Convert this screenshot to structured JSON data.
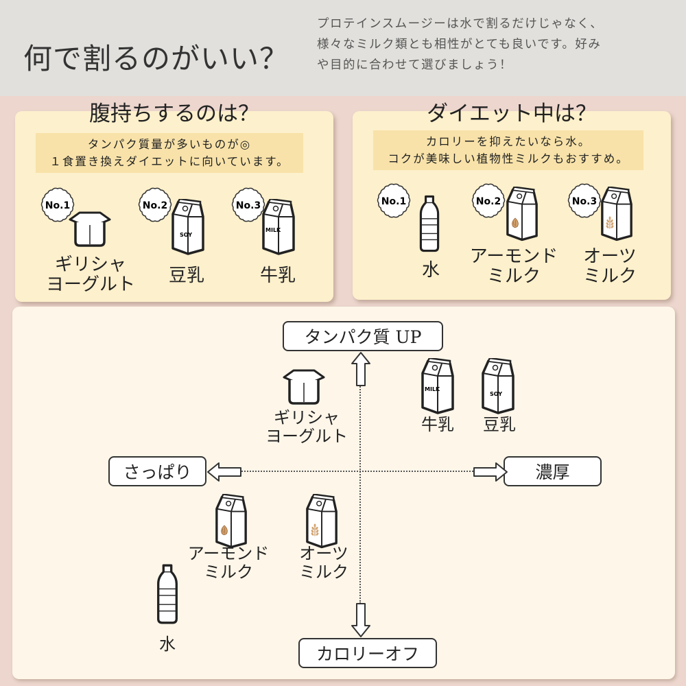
{
  "header": {
    "title": "何で割るのがいい？",
    "intro_lines": [
      "プロテインスムージーは水で割るだけじゃなく、",
      "様々なミルク類とも相性がとても良いです。好み",
      "や目的に合わせて選びましょう！"
    ]
  },
  "satiety": {
    "title": "腹持ちするのは？",
    "band_lines": [
      "タンパク質量が多いものが◎",
      "１食置き換えダイエットに向いています。"
    ],
    "items": [
      {
        "rank": "No.1",
        "label_lines": [
          "ギリシャ",
          "ヨーグルト"
        ],
        "icon": "yogurt-icon"
      },
      {
        "rank": "No.2",
        "label_lines": [
          "豆乳"
        ],
        "icon": "soy-milk-carton-icon",
        "carton_text": "SOY"
      },
      {
        "rank": "No.3",
        "label_lines": [
          "牛乳"
        ],
        "icon": "milk-carton-icon",
        "carton_text": "MILK"
      }
    ]
  },
  "diet": {
    "title": "ダイエット中は？",
    "band_lines": [
      "カロリーを抑えたいなら水。",
      "コクが美味しい植物性ミルクもおすすめ。"
    ],
    "items": [
      {
        "rank": "No.1",
        "label_lines": [
          "水"
        ],
        "icon": "water-bottle-icon"
      },
      {
        "rank": "No.2",
        "label_lines": [
          "アーモンド",
          "ミルク"
        ],
        "icon": "almond-milk-carton-icon"
      },
      {
        "rank": "No.3",
        "label_lines": [
          "オーツ",
          "ミルク"
        ],
        "icon": "oat-milk-carton-icon"
      }
    ]
  },
  "map": {
    "axis_top": "タンパク質 UP",
    "axis_bottom": "カロリーオフ",
    "axis_left": "さっぱり",
    "axis_right": "濃厚",
    "items": {
      "yogurt": [
        "ギリシャ",
        "ヨーグルト"
      ],
      "milk": [
        "牛乳"
      ],
      "soy": [
        "豆乳"
      ],
      "almond": [
        "アーモンド",
        "ミルク"
      ],
      "oat": [
        "オーツ",
        "ミルク"
      ],
      "water": [
        "水"
      ]
    }
  },
  "colors": {
    "header_bg": "#e1e0dc",
    "page_bg": "#ecd6cd",
    "card_bg": "#fdf0cc",
    "band_bg": "#f8e2a9",
    "chart_bg": "#fdf6e9",
    "accent_brown": "#b8875a"
  }
}
